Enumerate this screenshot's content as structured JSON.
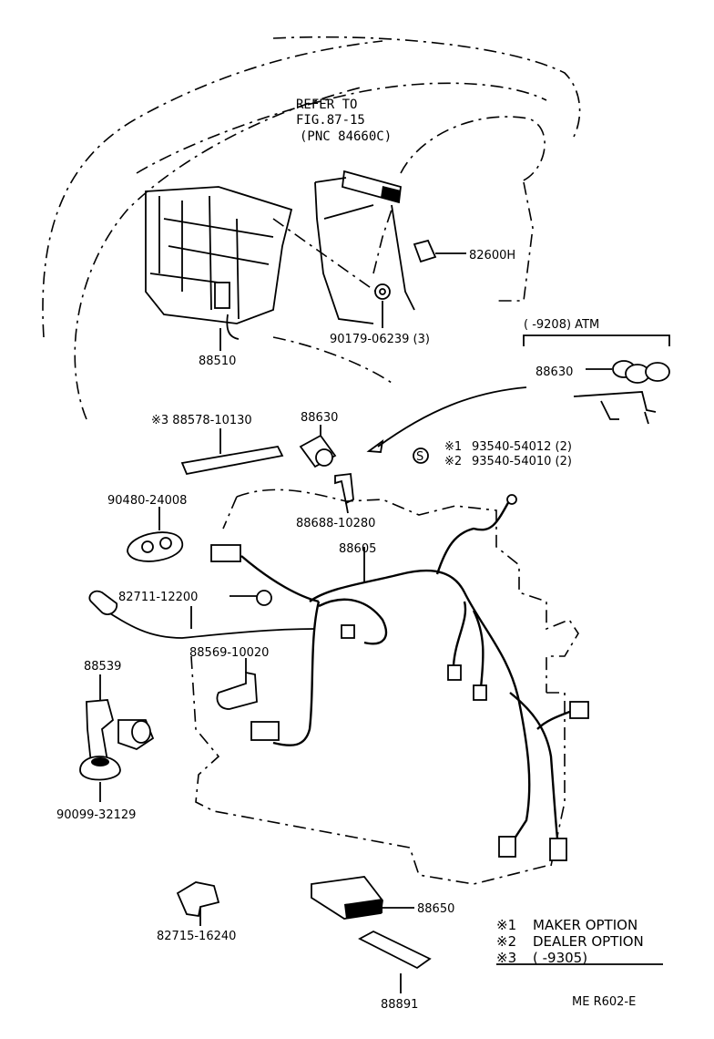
{
  "refer_note": {
    "line1": "REFER TO",
    "line2": "FIG.87-15",
    "line3": "(PNC 84660C)"
  },
  "parts": {
    "p82600H": "82600H",
    "p88510": "88510",
    "p90179": "90179-06239 (3)",
    "atm_header": "(      -9208) ATM",
    "p88630_atm": "88630",
    "p88578": "※3 88578-10130",
    "p88630": "88630",
    "s_symbol": "S",
    "s_line1_mark": "※1",
    "s_line1": "93540-54012 (2)",
    "s_line2_mark": "※2",
    "s_line2": "93540-54010 (2)",
    "p90480": "90480-24008",
    "p88688": "88688-10280",
    "p88605": "88605",
    "p82711": "82711-12200",
    "p88569": "88569-10020",
    "p88539": "88539",
    "p90099": "90099-32129",
    "p82715": "82715-16240",
    "p88650": "88650",
    "p88891": "88891"
  },
  "legend": [
    {
      "mark": "※1",
      "text": "MAKER OPTION"
    },
    {
      "mark": "※2",
      "text": "DEALER OPTION"
    },
    {
      "mark": "※3",
      "text": "(        -9305)"
    }
  ],
  "footer_code": "ME R602-E"
}
